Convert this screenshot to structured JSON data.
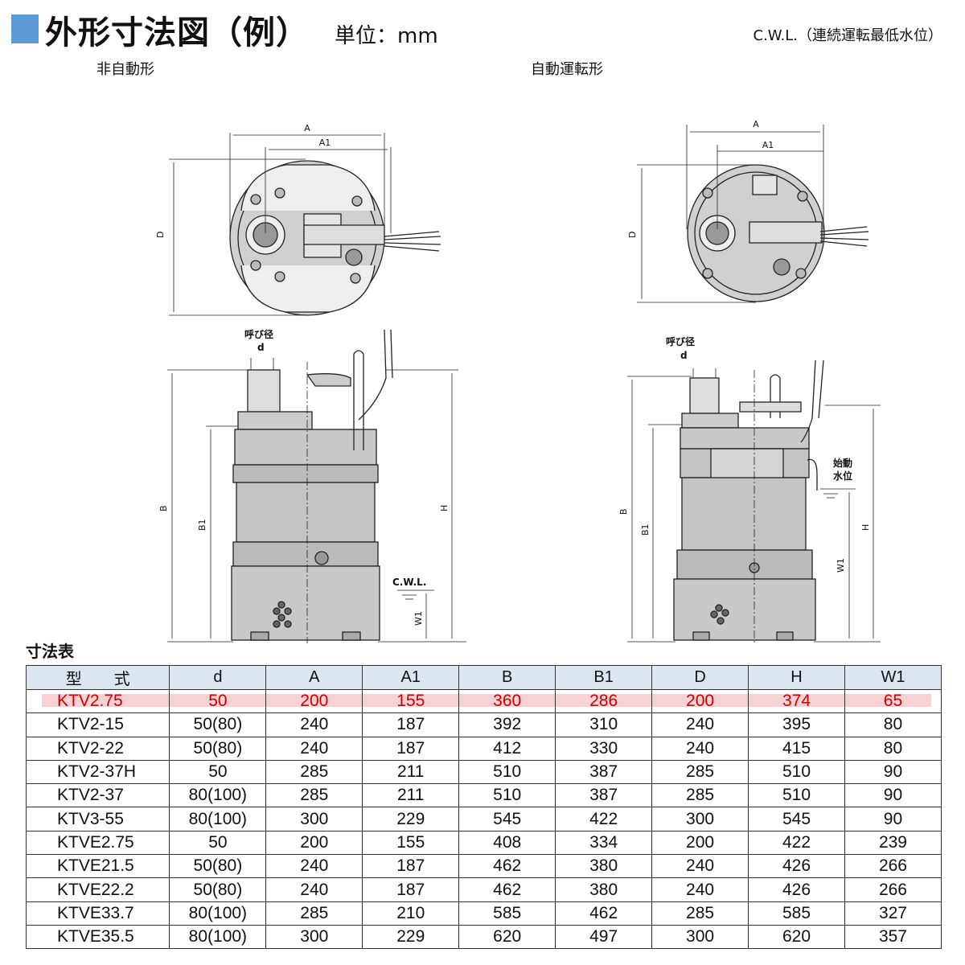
{
  "header": {
    "title": "外形寸法図（例）",
    "unit": "単位：mm",
    "cwl_note": "C.W.L.（連続運転最低水位）"
  },
  "drawings": {
    "left_label": "非自動形",
    "right_label": "自動運転形",
    "dims": {
      "A": "A",
      "A1": "A1",
      "D": "D",
      "B": "B",
      "B1": "B1",
      "H": "H",
      "W1": "W1",
      "d": "d"
    },
    "yobikei": "呼び径",
    "cwl": "C.W.L.",
    "start_level_1": "始動",
    "start_level_2": "水位"
  },
  "table": {
    "title": "寸法表",
    "headers": [
      "型　　式",
      "d",
      "A",
      "A1",
      "B",
      "B1",
      "D",
      "H",
      "W1"
    ],
    "rows": [
      [
        "KTV2.75",
        "50",
        "200",
        "155",
        "360",
        "286",
        "200",
        "374",
        "65"
      ],
      [
        "KTV2-15",
        "50(80)",
        "240",
        "187",
        "392",
        "310",
        "240",
        "395",
        "80"
      ],
      [
        "KTV2-22",
        "50(80)",
        "240",
        "187",
        "412",
        "330",
        "240",
        "415",
        "80"
      ],
      [
        "KTV2-37H",
        "50",
        "285",
        "211",
        "510",
        "387",
        "285",
        "510",
        "90"
      ],
      [
        "KTV2-37",
        "80(100)",
        "285",
        "211",
        "510",
        "387",
        "285",
        "510",
        "90"
      ],
      [
        "KTV3-55",
        "80(100)",
        "300",
        "229",
        "545",
        "422",
        "300",
        "545",
        "90"
      ],
      [
        "KTVE2.75",
        "50",
        "200",
        "155",
        "408",
        "334",
        "200",
        "422",
        "239"
      ],
      [
        "KTVE21.5",
        "50(80)",
        "240",
        "187",
        "462",
        "380",
        "240",
        "426",
        "266"
      ],
      [
        "KTVE22.2",
        "50(80)",
        "240",
        "187",
        "462",
        "380",
        "240",
        "426",
        "266"
      ],
      [
        "KTVE33.7",
        "80(100)",
        "285",
        "210",
        "585",
        "462",
        "285",
        "585",
        "327"
      ],
      [
        "KTVE35.5",
        "80(100)",
        "300",
        "229",
        "620",
        "497",
        "300",
        "620",
        "357"
      ]
    ]
  },
  "colors": {
    "accent": "#5b9bd5",
    "header_bg": "#dce6f1",
    "highlight": "#f6c9cc",
    "highlight_text": "#cc0000"
  }
}
